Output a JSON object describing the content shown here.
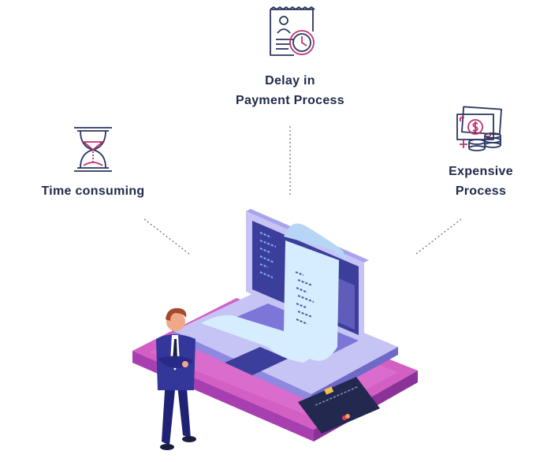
{
  "callouts": {
    "delay": {
      "line1": "Delay in",
      "line2": "Payment Process",
      "icon": "receipt-clock-icon"
    },
    "time": {
      "label": "Time consuming",
      "icon": "hourglass-icon"
    },
    "expensive": {
      "line1": "Expensive",
      "line2": "Process",
      "icon": "money-coins-icon"
    }
  },
  "colors": {
    "text": "#1e2a4a",
    "icon_stroke": "#2a3560",
    "icon_accent": "#c2306e",
    "platform_top": "#d35fc4",
    "platform_side": "#9b3aa8",
    "laptop_body": "#c6c3f5",
    "laptop_screen": "#3b3e9b",
    "receipt": "#d6ecff",
    "card": "#23284f",
    "suit": "#34379a"
  }
}
